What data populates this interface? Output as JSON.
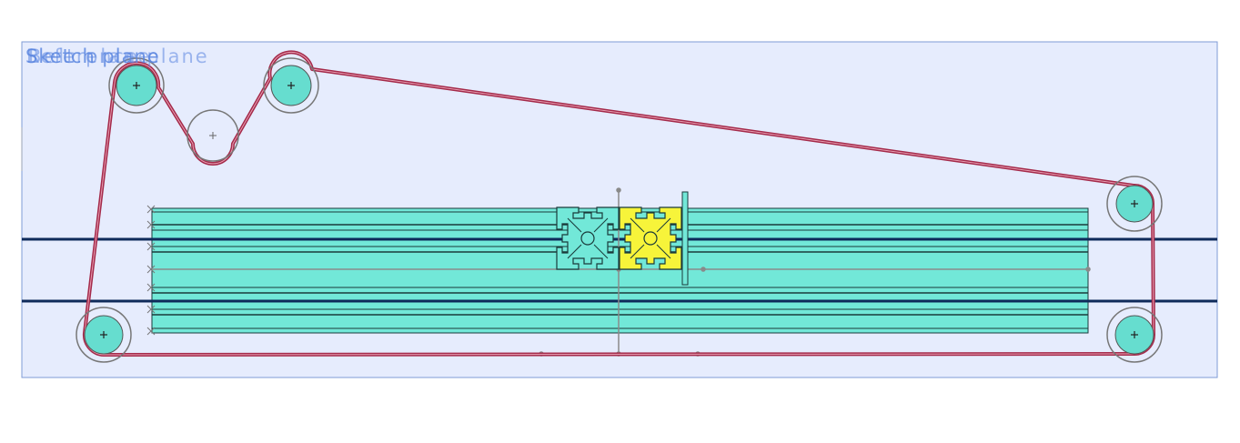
{
  "viewport": {
    "overlapping_labels": [
      "Sketch plane",
      "Belt plane",
      "Reference plane"
    ]
  },
  "colors": {
    "plane_fill": "#e6ecfd",
    "plane_border": "#7f9bd6",
    "extrusion_fill": "#72e8d8",
    "highlight_fill": "#f7f43a",
    "belt_color": "#a42a4a",
    "guide_line": "#0e2a5a",
    "pulley_fill": "#66ddcf",
    "construction": "#8a8a8a"
  },
  "icons": {
    "pulley_center": "plus-glyph",
    "idler_center": "plus-glyph"
  }
}
